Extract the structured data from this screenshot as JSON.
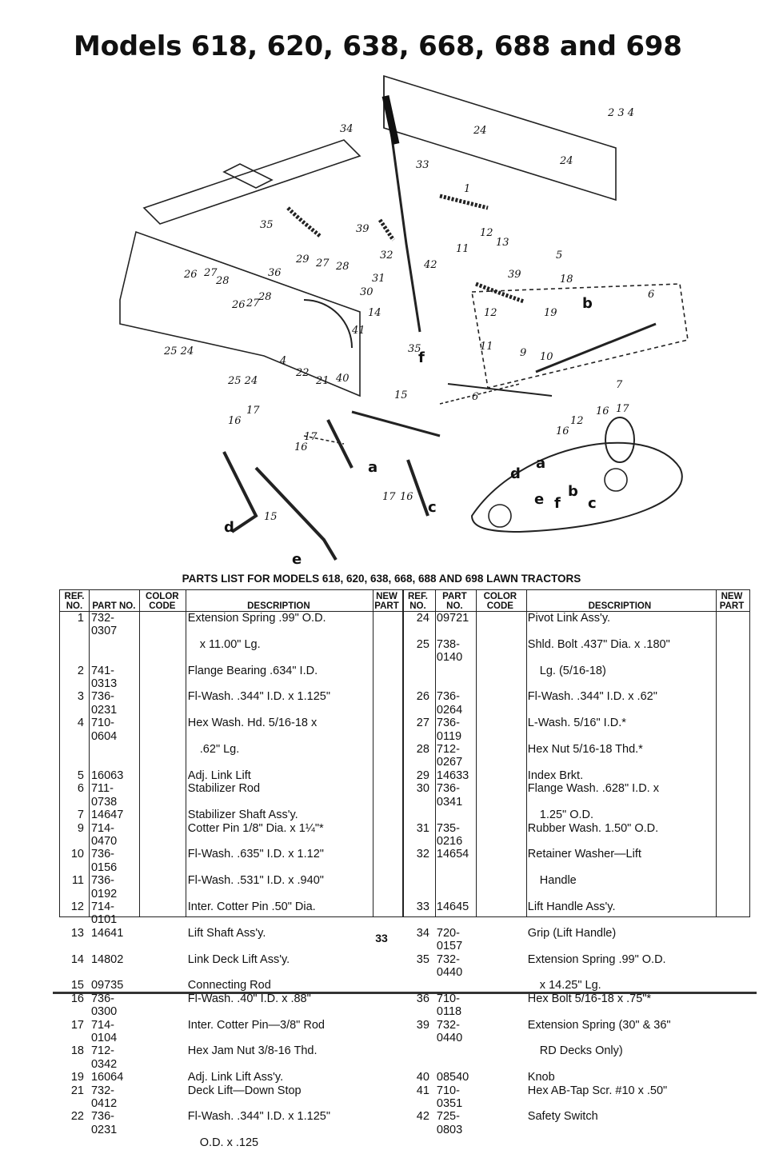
{
  "page": {
    "title": "Models 618, 620, 638, 668, 688 and 698",
    "parts_heading": "PARTS LIST FOR MODELS 618, 620, 638, 668, 688 AND 698 LAWN TRACTORS",
    "page_number": "33"
  },
  "table": {
    "headers": {
      "ref_no": "REF. NO.",
      "part_no": "PART NO.",
      "color_code": "COLOR CODE",
      "description": "DESCRIPTION",
      "new_part": "NEW PART"
    },
    "left_rows": [
      {
        "ref": "1",
        "part": "732-0307",
        "desc": "Extension Spring .99\" O.D.",
        "desc2": "x 11.00\" Lg."
      },
      {
        "ref": "2",
        "part": "741-0313",
        "desc": "Flange Bearing .634\" I.D.",
        "desc2": ""
      },
      {
        "ref": "3",
        "part": "736-0231",
        "desc": "Fl-Wash. .344\" I.D. x 1.125\"",
        "desc2": ""
      },
      {
        "ref": "4",
        "part": "710-0604",
        "desc": "Hex Wash. Hd. 5/16-18 x",
        "desc2": ".62\" Lg."
      },
      {
        "ref": "5",
        "part": "16063",
        "desc": "Adj. Link Lift",
        "desc2": ""
      },
      {
        "ref": "6",
        "part": "711-0738",
        "desc": "Stabilizer Rod",
        "desc2": ""
      },
      {
        "ref": "7",
        "part": "14647",
        "desc": "Stabilizer Shaft Ass'y.",
        "desc2": ""
      },
      {
        "ref": "9",
        "part": "714-0470",
        "desc": "Cotter Pin 1/8\" Dia. x 1¼\"*",
        "desc2": ""
      },
      {
        "ref": "10",
        "part": "736-0156",
        "desc": "Fl-Wash. .635\" I.D. x 1.12\"",
        "desc2": ""
      },
      {
        "ref": "11",
        "part": "736-0192",
        "desc": "Fl-Wash. .531\" I.D. x .940\"",
        "desc2": ""
      },
      {
        "ref": "12",
        "part": "714-0101",
        "desc": "Inter. Cotter Pin .50\" Dia.",
        "desc2": ""
      },
      {
        "ref": "13",
        "part": "14641",
        "desc": "Lift Shaft Ass'y.",
        "desc2": ""
      },
      {
        "ref": "14",
        "part": "14802",
        "desc": "Link Deck Lift Ass'y.",
        "desc2": ""
      },
      {
        "ref": "15",
        "part": "09735",
        "desc": "Connecting Rod",
        "desc2": ""
      },
      {
        "ref": "16",
        "part": "736-0300",
        "desc": "Fl-Wash. .40\" I.D. x .88\"",
        "desc2": ""
      },
      {
        "ref": "17",
        "part": "714-0104",
        "desc": "Inter. Cotter Pin—3/8\" Rod",
        "desc2": ""
      },
      {
        "ref": "18",
        "part": "712-0342",
        "desc": "Hex Jam Nut 3/8-16 Thd.",
        "desc2": ""
      },
      {
        "ref": "19",
        "part": "16064",
        "desc": "Adj. Link Lift Ass'y.",
        "desc2": ""
      },
      {
        "ref": "21",
        "part": "732-0412",
        "desc": "Deck Lift—Down Stop",
        "desc2": ""
      },
      {
        "ref": "22",
        "part": "736-0231",
        "desc": "Fl-Wash. .344\" I.D. x 1.125\"",
        "desc2": "O.D. x .125"
      }
    ],
    "right_rows": [
      {
        "ref": "24",
        "part": "09721",
        "desc": "Pivot Link Ass'y.",
        "desc2": ""
      },
      {
        "ref": "25",
        "part": "738-0140",
        "desc": "Shld. Bolt .437\" Dia. x .180\"",
        "desc2": "Lg. (5/16-18)"
      },
      {
        "ref": "26",
        "part": "736-0264",
        "desc": "Fl-Wash. .344\" I.D. x .62\"",
        "desc2": ""
      },
      {
        "ref": "27",
        "part": "736-0119",
        "desc": "L-Wash. 5/16\" I.D.*",
        "desc2": ""
      },
      {
        "ref": "28",
        "part": "712-0267",
        "desc": "Hex Nut 5/16-18 Thd.*",
        "desc2": ""
      },
      {
        "ref": "29",
        "part": "14633",
        "desc": "Index Brkt.",
        "desc2": ""
      },
      {
        "ref": "30",
        "part": "736-0341",
        "desc": "Flange Wash. .628\" I.D. x",
        "desc2": "1.25\" O.D."
      },
      {
        "ref": "31",
        "part": "735-0216",
        "desc": "Rubber Wash. 1.50\" O.D.",
        "desc2": ""
      },
      {
        "ref": "32",
        "part": "14654",
        "desc": "Retainer Washer—Lift",
        "desc2": "Handle"
      },
      {
        "ref": "33",
        "part": "14645",
        "desc": "Lift Handle Ass'y.",
        "desc2": ""
      },
      {
        "ref": "34",
        "part": "720-0157",
        "desc": "Grip (Lift Handle)",
        "desc2": ""
      },
      {
        "ref": "35",
        "part": "732-0440",
        "desc": "Extension Spring .99\" O.D.",
        "desc2": "x 14.25\" Lg."
      },
      {
        "ref": "36",
        "part": "710-0118",
        "desc": "Hex Bolt 5/16-18 x .75\"*",
        "desc2": ""
      },
      {
        "ref": "39",
        "part": "732-0440",
        "desc": "Extension Spring (30\" & 36\"",
        "desc2": "RD Decks Only)"
      },
      {
        "ref": "40",
        "part": "08540",
        "desc": "Knob",
        "desc2": ""
      },
      {
        "ref": "41",
        "part": "710-0351",
        "desc": "Hex AB-Tap Scr. #10 x .50\"",
        "desc2": ""
      },
      {
        "ref": "42",
        "part": "725-0803",
        "desc": "Safety Switch",
        "desc2": ""
      }
    ]
  },
  "diagram": {
    "callouts": [
      "34",
      "24",
      "2",
      "3",
      "4",
      "33",
      "1",
      "35",
      "39",
      "12",
      "13",
      "11",
      "5",
      "32",
      "42",
      "31",
      "30",
      "39",
      "18",
      "14",
      "41",
      "12",
      "19",
      "35",
      "11",
      "9",
      "10",
      "7",
      "6",
      "29",
      "27",
      "28",
      "26",
      "36",
      "28",
      "26",
      "27",
      "25",
      "24",
      "22",
      "21",
      "40",
      "25",
      "24",
      "15",
      "6",
      "16",
      "17",
      "12",
      "16",
      "17",
      "16",
      "17",
      "16",
      "17",
      "16",
      "15"
    ],
    "letters": [
      "b",
      "f",
      "a",
      "d",
      "e",
      "b",
      "f",
      "c",
      "c",
      "a",
      "d",
      "e"
    ]
  }
}
